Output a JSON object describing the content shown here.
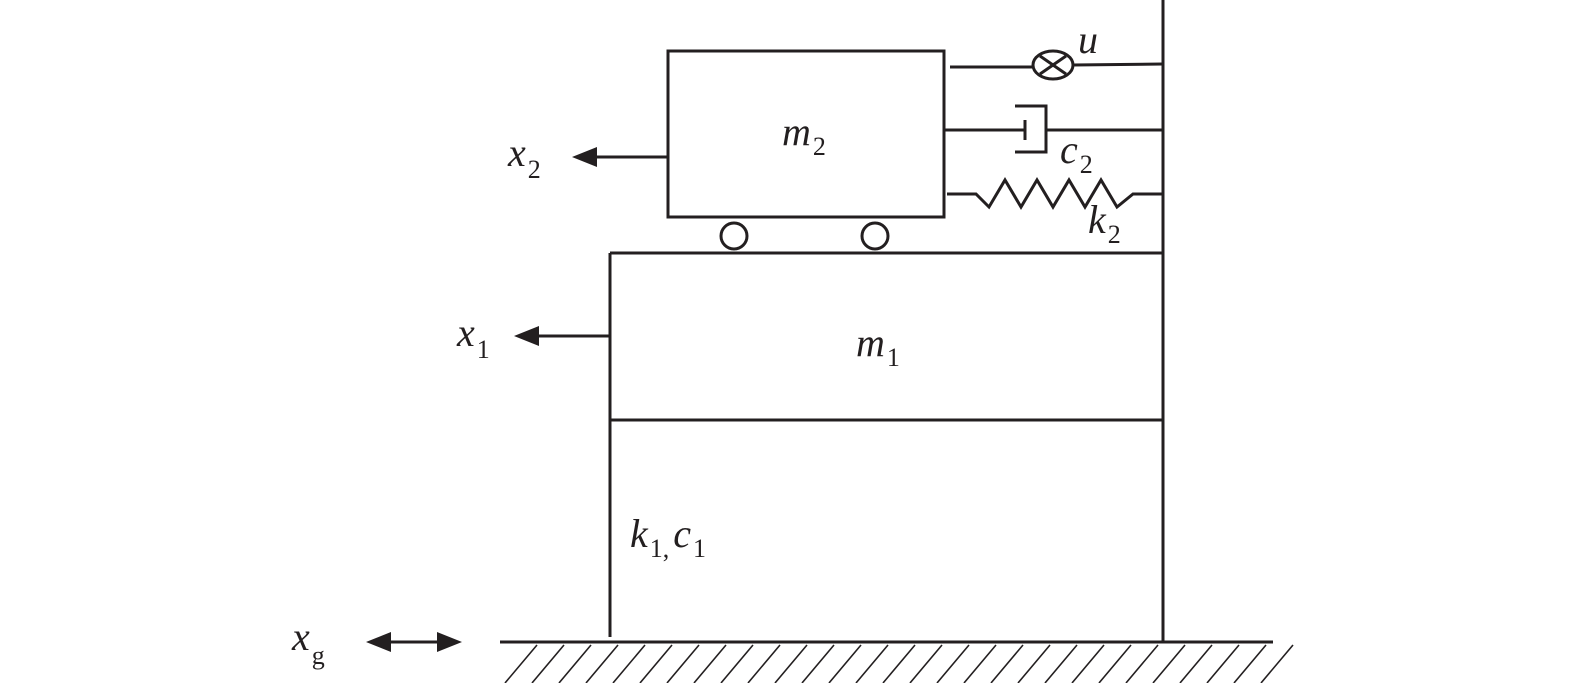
{
  "labels": {
    "m2": {
      "main": "m",
      "sub": "2"
    },
    "m1": {
      "main": "m",
      "sub": "1"
    },
    "x2": {
      "main": "x",
      "sub": "2"
    },
    "x1": {
      "main": "x",
      "sub": "1"
    },
    "xg": {
      "main": "x",
      "sub": "g"
    },
    "u": {
      "main": "u"
    },
    "c2": {
      "main": "c",
      "sub": "2"
    },
    "k2": {
      "main": "k",
      "sub": "2"
    },
    "k1c1": {
      "k": "k",
      "k_sub": "1,",
      "c": "c",
      "c_sub": "1"
    }
  },
  "colors": {
    "ink": "#231f20",
    "background": "#ffffff"
  }
}
